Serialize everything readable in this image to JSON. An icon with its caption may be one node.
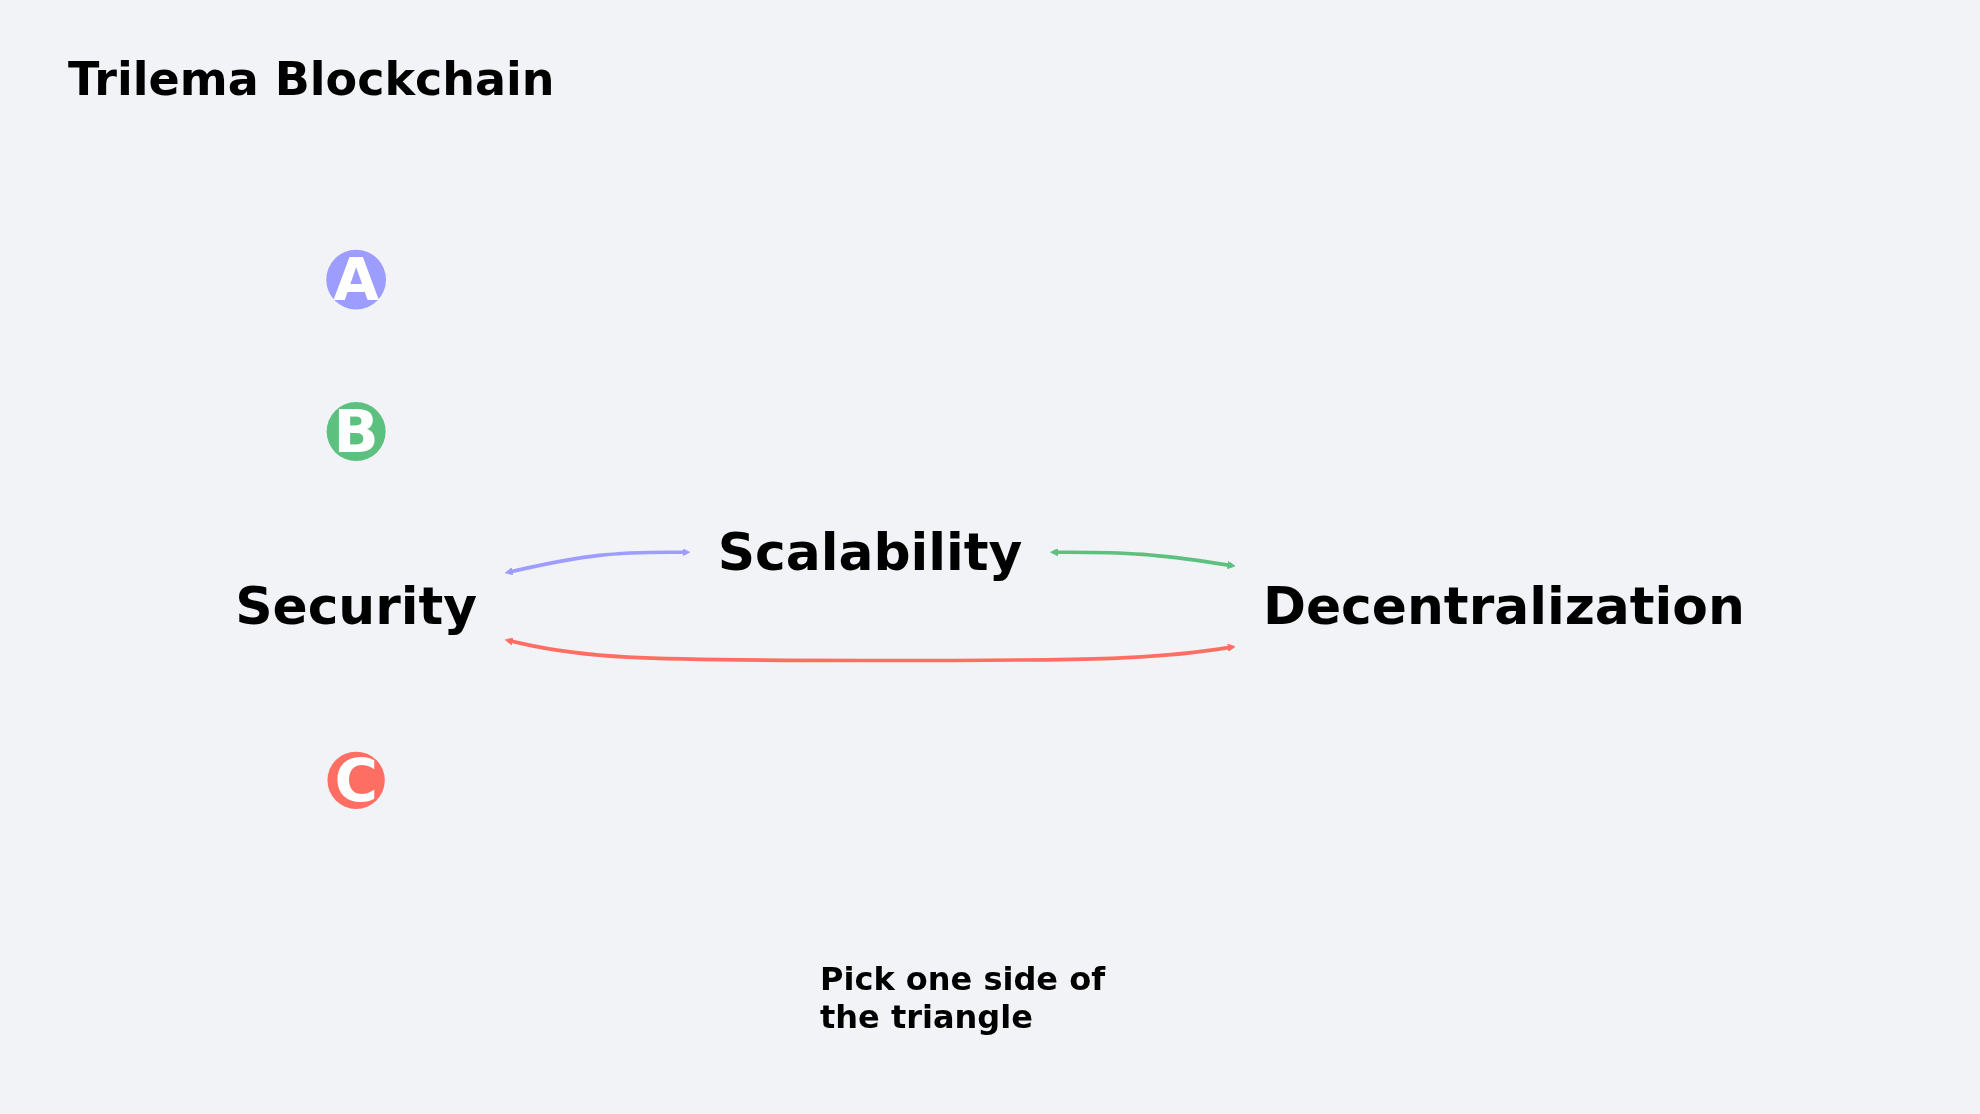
{
  "diagram": {
    "title": "Trilema Blockchain",
    "nodes": [
      {
        "text": [
          "Scalability"
        ]
      },
      {
        "text": [
          "A"
        ]
      },
      {
        "text": [
          "B"
        ]
      },
      {
        "text": [
          "Security"
        ]
      },
      {
        "text": [
          "Decentralization"
        ]
      },
      {
        "text": [
          "C"
        ]
      }
    ],
    "edges": [
      {
        "from": 3,
        "to": 0,
        "arrow": "both",
        "color": "#9d9dff"
      },
      {
        "from": 0,
        "to": 4,
        "arrow": "both",
        "color": "#5cc17f"
      },
      {
        "from": 3,
        "to": 4,
        "arrow": "both",
        "color": "#ff6e63"
      }
    ],
    "labels": [
      "Pick one side of the triangle"
    ]
  }
}
